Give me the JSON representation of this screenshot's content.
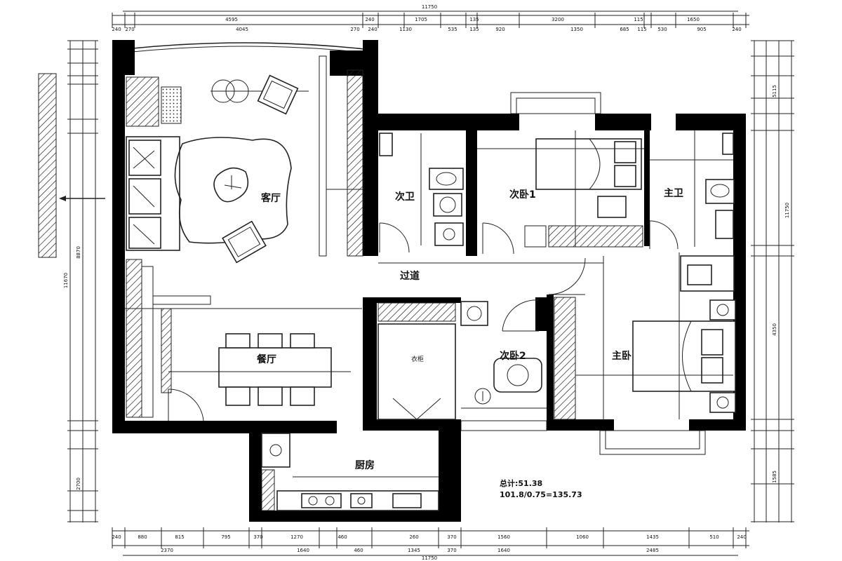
{
  "rooms": {
    "living": "客厅",
    "dining": "餐厅",
    "kitchen": "厨房",
    "corridor": "过道",
    "second_bath": "次卫",
    "master_bath": "主卫",
    "second_bed_1": "次卧1",
    "second_bed_2": "次卧2",
    "master_bed": "主卧"
  },
  "furniture": {
    "wardrobe": "衣柜"
  },
  "summary": {
    "line1": "总计:51.38",
    "line2": "101.8/0.75=135.73"
  },
  "dimensions": {
    "total": "11750",
    "top_outer": [
      "4595",
      "240",
      "1705",
      "135",
      "3200",
      "115",
      "1650"
    ],
    "top_inner": [
      "240",
      "270",
      "4045",
      "270",
      "240",
      "1130",
      "535",
      "135",
      "920",
      "1350",
      "685",
      "115",
      "530",
      "905",
      "240"
    ],
    "bottom_inner": [
      "240",
      "880",
      "815",
      "795",
      "370",
      "1270",
      "460",
      "260",
      "370",
      "1560",
      "1060",
      "1435",
      "510",
      "240"
    ],
    "bottom_outer": [
      "2370",
      "1640",
      "460",
      "1345",
      "370",
      "1640",
      "2485"
    ],
    "left_vertical": [
      "11670",
      "8870",
      "2700"
    ],
    "right_vertical": [
      "5115",
      "4350",
      "1585"
    ]
  }
}
